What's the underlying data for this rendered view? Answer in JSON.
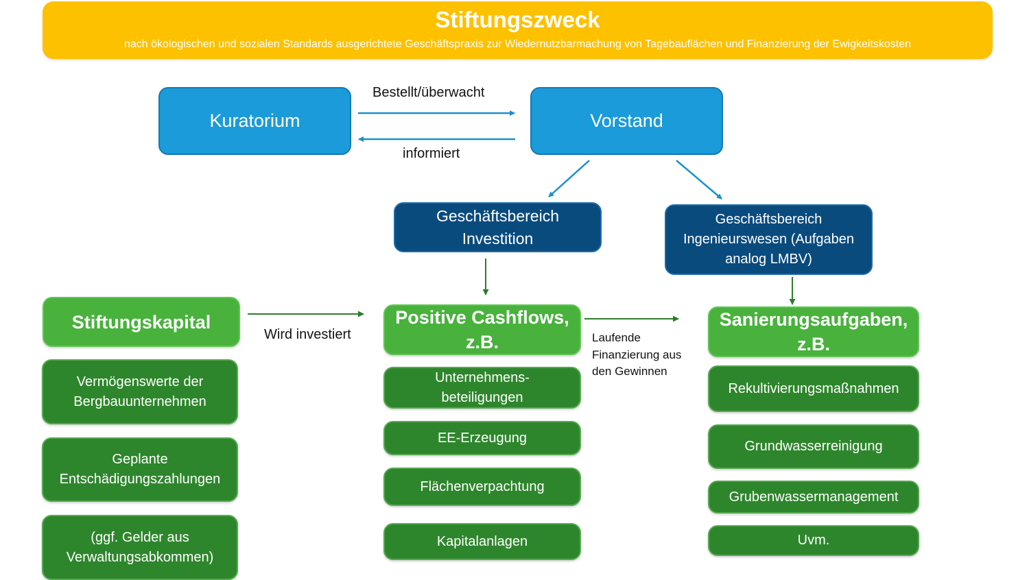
{
  "banner": {
    "title": "Stiftungszweck",
    "subtitle": "nach ökologischen und sozialen Standards ausgerichtete Geschäftspraxis zur Wiedernutzbarmachung von Tagebauflächen und Finanzierung der Ewigkeitskosten"
  },
  "governance": {
    "kuratorium": "Kuratorium",
    "vorstand": "Vorstand",
    "arrow_right_label": "Bestellt/überwacht",
    "arrow_left_label": "informiert"
  },
  "divisions": {
    "investition": [
      "Geschäftsbereich",
      "Investition"
    ],
    "ingenieurswesen": [
      "Geschäftsbereich",
      "Ingenieurswesen (Aufgaben",
      "analog LMBV)"
    ]
  },
  "columns": {
    "capital": {
      "header": "Stiftungskapital",
      "items": [
        [
          "Vermögenswerte der",
          "Bergbauunternehmen"
        ],
        [
          "Geplante",
          "Entschädigungszahlungen"
        ],
        [
          "(ggf. Gelder aus",
          "Verwaltungsabkommen)"
        ]
      ]
    },
    "cashflows": {
      "header": [
        "Positive Cashflows,",
        "z.B."
      ],
      "items": [
        [
          "Unternehmens-",
          "beteiligungen"
        ],
        [
          "EE-Erzeugung"
        ],
        [
          "Flächenverpachtung"
        ],
        [
          "Kapitalanlagen"
        ]
      ]
    },
    "remediation": {
      "header": [
        "Sanierungsaufgaben,",
        "z.B."
      ],
      "items": [
        [
          "Rekultivierungsmaßnahmen"
        ],
        [
          "Grundwasserreinigung"
        ],
        [
          "Grubenwassermanagement"
        ],
        [
          "Uvm."
        ]
      ]
    }
  },
  "flow_labels": {
    "invested": "Wird investiert",
    "financing": [
      "Laufende",
      "Finanzierung aus",
      "den Gewinnen"
    ]
  },
  "colors": {
    "banner": "#FDC100",
    "governance_blue": "#1B9BDA",
    "division_navy": "#0A4B7E",
    "header_green": "#48B23C",
    "item_green": "#2E862C"
  }
}
